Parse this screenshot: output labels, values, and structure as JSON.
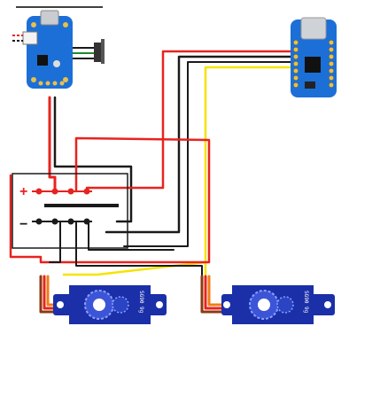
{
  "rails": {
    "positive_label": "+",
    "negative_label": "−"
  },
  "components": {
    "charger": "charger-board",
    "controller": "qt-py-microcontroller",
    "servo_left": "servo-left",
    "servo_right": "servo-right",
    "switch": "slide-switch",
    "power_bus": "power-distribution-bus",
    "controller_port": "usb-c-port",
    "charger_port": "micro-usb-port",
    "battery_plug": "jst-connector"
  },
  "servo_labels": {
    "left": "SG90 9g",
    "right": "SG90 9g"
  },
  "wire_colors": {
    "power": "#e8231f",
    "ground": "#1a1a1a",
    "signal": "#f5e400",
    "servo_brown": "#8b3a12",
    "servo_orange": "#f07d17"
  },
  "board_colors": {
    "adafruit_blue": "#1c6fd6",
    "servo_blue": "#1a2fa8"
  }
}
